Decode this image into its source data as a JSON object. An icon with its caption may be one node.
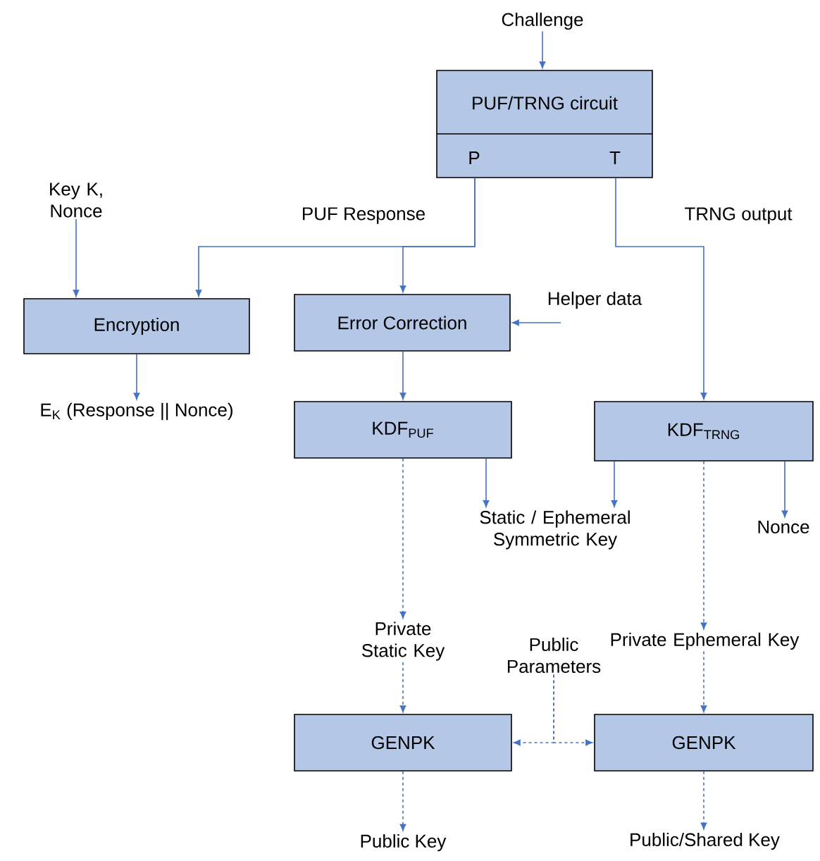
{
  "diagram": {
    "nodes": [
      {
        "text": [
          "Challenge"
        ]
      },
      {
        "text": [
          "PUF/TRNG circuit",
          "P",
          "T"
        ]
      },
      {
        "text": [
          "Key K, Nonce"
        ]
      },
      {
        "text": [
          "Encryption"
        ]
      },
      {
        "text": [
          "E$_{K}$ (Response || Nonce)"
        ]
      },
      {
        "text": [
          "Error Correction"
        ]
      },
      {
        "text": [
          "Helper data"
        ]
      },
      {
        "text": [
          "KDF$_{PUF}$"
        ]
      },
      {
        "text": [
          "KDF$_{TRNG}$"
        ]
      },
      {
        "text": [
          "Static / Ephemeral Symmetric Key"
        ]
      },
      {
        "text": [
          "Nonce"
        ]
      },
      {
        "text": [
          "Private Static Key"
        ]
      },
      {
        "text": [
          "Private Ephemeral Key"
        ]
      },
      {
        "text": [
          "Public Parameters"
        ]
      },
      {
        "text": [
          "GENPK"
        ]
      },
      {
        "text": [
          "GENPK"
        ]
      },
      {
        "text": [
          "Public Key"
        ]
      },
      {
        "text": [
          "Public/Shared Key"
        ]
      }
    ],
    "edges": [
      {
        "from": 0,
        "to": 1,
        "arrow": "to"
      },
      {
        "from": 1,
        "to": 3,
        "arrow": "to"
      },
      {
        "from": 1,
        "to": 5,
        "arrow": "to",
        "label": "PUF Response"
      },
      {
        "from": 2,
        "to": 3,
        "arrow": "to"
      },
      {
        "from": 6,
        "to": 5,
        "arrow": "to"
      },
      {
        "from": 3,
        "to": 4,
        "arrow": "to"
      },
      {
        "from": 5,
        "to": 7,
        "arrow": "to"
      },
      {
        "from": 1,
        "to": 8,
        "arrow": "to",
        "label": "TRNG output"
      },
      {
        "from": 7,
        "to": 9,
        "arrow": "to"
      },
      {
        "from": 8,
        "to": 9,
        "arrow": "to"
      },
      {
        "from": 8,
        "to": 10,
        "arrow": "to"
      },
      {
        "from": 7,
        "to": 11,
        "arrow": "to",
        "style": "dashed"
      },
      {
        "from": 8,
        "to": 12,
        "arrow": "to",
        "style": "dashed"
      },
      {
        "from": 11,
        "to": 14,
        "arrow": "to",
        "style": "dashed"
      },
      {
        "from": 12,
        "to": 15,
        "arrow": "to",
        "style": "dashed"
      },
      {
        "from": 13,
        "to": 14,
        "arrow": "to",
        "style": "dashed"
      },
      {
        "from": 13,
        "to": 15,
        "arrow": "to",
        "style": "dashed"
      },
      {
        "from": 14,
        "to": 16,
        "arrow": "to",
        "style": "dashed"
      },
      {
        "from": 15,
        "to": 17,
        "arrow": "to",
        "style": "dashed"
      }
    ]
  }
}
